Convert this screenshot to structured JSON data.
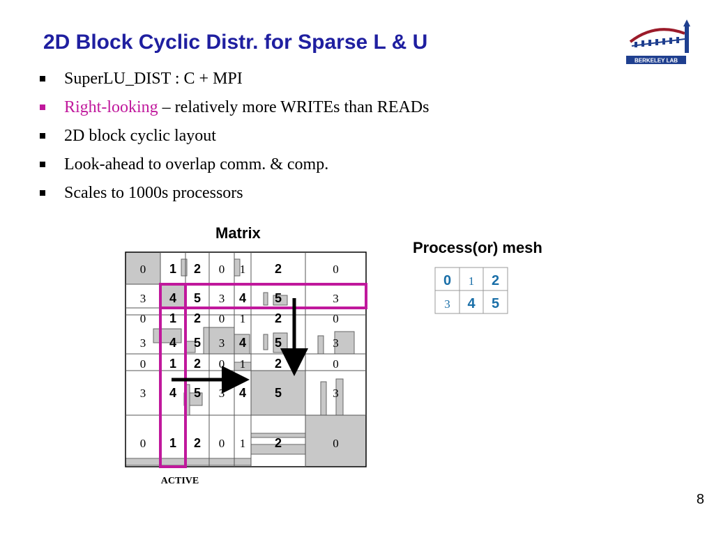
{
  "slide": {
    "title": "2D Block Cyclic Distr. for Sparse L & U",
    "page_number": "8",
    "colors": {
      "title": "#1f1fa0",
      "highlight": "#c0189c",
      "proc_blue": "#1a6fa8",
      "block_fill": "#c8c8c8"
    }
  },
  "bullets": [
    {
      "text": "SuperLU_DIST : C + MPI"
    },
    {
      "highlight": "Right-looking",
      "text": " – relatively more WRITEs than READs"
    },
    {
      "text": "2D block cyclic layout"
    },
    {
      "text": "Look-ahead to overlap comm. & comp."
    },
    {
      "text": "Scales to 1000s processors"
    }
  ],
  "logo": {
    "text": "BERKELEY LAB"
  },
  "matrix": {
    "label": "Matrix",
    "active_label": "ACTIVE",
    "rows": [
      [
        "0",
        "1",
        "2",
        "0",
        "1",
        "2",
        "0"
      ],
      [
        "3",
        "4",
        "5",
        "3",
        "4",
        "5",
        "3"
      ],
      [
        "0",
        "1",
        "2",
        "0",
        "1",
        "2",
        "0"
      ],
      [
        "3",
        "4",
        "5",
        "3",
        "4",
        "5",
        "3"
      ],
      [
        "0",
        "1",
        "2",
        "0",
        "1",
        "2",
        "0"
      ],
      [
        "3",
        "4",
        "5",
        "3",
        "4",
        "5",
        "3"
      ],
      [
        "0",
        "1",
        "2",
        "0",
        "1",
        "2",
        "0"
      ]
    ]
  },
  "mesh": {
    "label": "Process(or) mesh",
    "rows": [
      [
        "0",
        "1",
        "2"
      ],
      [
        "3",
        "4",
        "5"
      ]
    ]
  }
}
